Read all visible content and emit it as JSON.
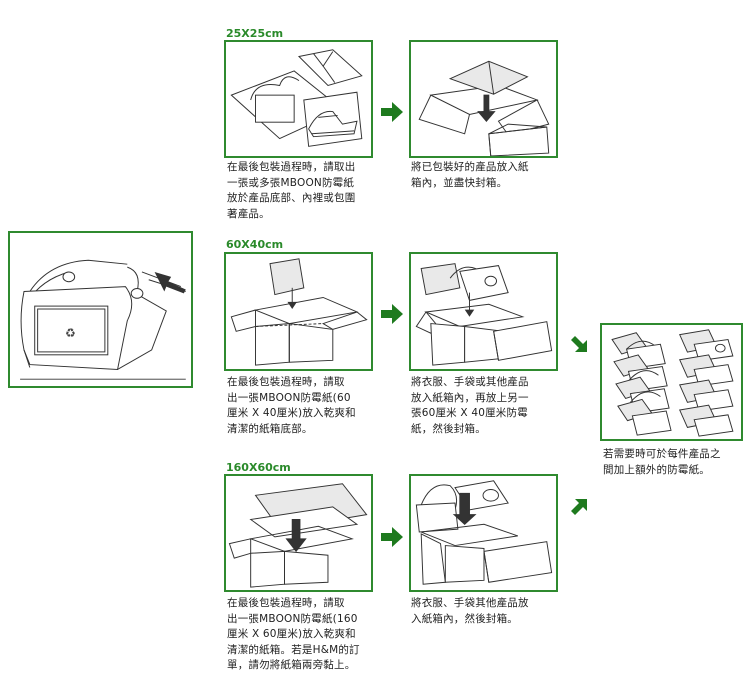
{
  "sections": [
    {
      "label": "25X25cm"
    },
    {
      "label": "60X40cm"
    },
    {
      "label": "160X60cm"
    }
  ],
  "captions": {
    "row1_left": "在最後包裝過程時，請取出\n一張或多張MBOON防霉紙\n放於產品底部、內裡或包圍\n著產品。",
    "row1_right": "將已包裝好的產品放入紙\n箱內，並盡快封箱。",
    "row2_left": "在最後包裝過程時，請取\n出一張MBOON防霉紙(60\n厘米 X 40厘米)放入乾爽和\n清潔的紙箱底部。",
    "row2_right": "將衣服、手袋或其他產品\n放入紙箱內，再放上另一\n張60厘米 X 40厘米防霉\n紙，然後封箱。",
    "row3_left": "在最後包裝過程時，請取\n出一張MBOON防霉紙(160\n厘米 X 60厘米)放入乾爽和\n清潔的紙箱。若是H&M的訂\n單，請勿將紙箱兩旁黏上。",
    "row3_right": "將衣服、手袋其他產品放\n入紙箱內，然後封箱。",
    "far_right": "若需要時可於每件產品之\n間加上額外的防霉紙。"
  },
  "colors": {
    "frame": "#2f8a2f",
    "arrow": "#1e7a1e",
    "label": "#2a8a2a"
  },
  "icons": [
    "recycle-icon",
    "right-arrow-icon",
    "down-right-arrow-icon",
    "up-right-arrow-icon"
  ]
}
